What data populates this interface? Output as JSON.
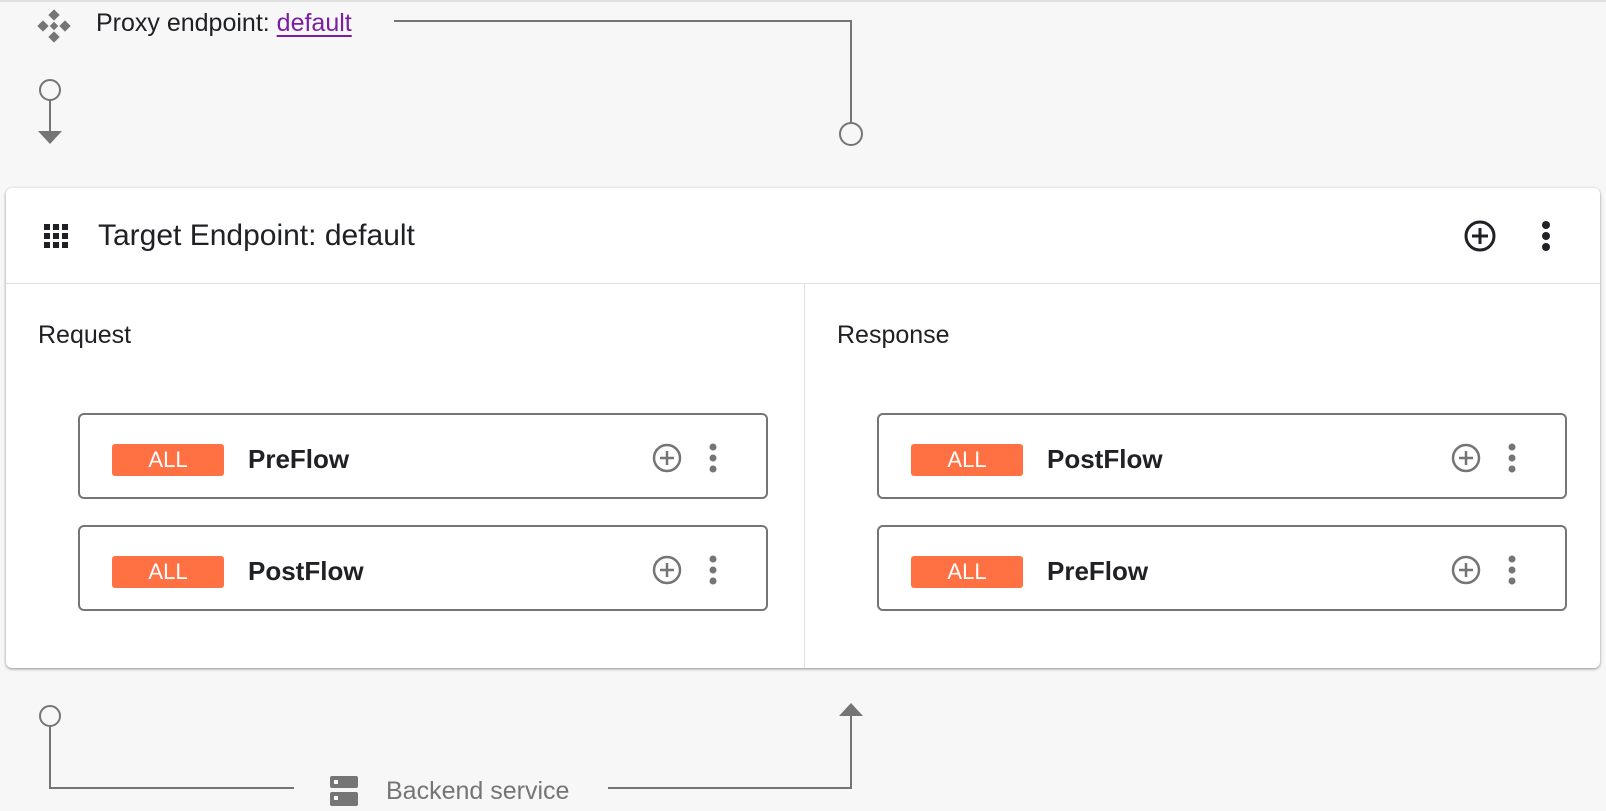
{
  "proxy": {
    "label": "Proxy endpoint: ",
    "link": "default"
  },
  "target": {
    "title": "Target Endpoint: default",
    "request": {
      "title": "Request",
      "flows": [
        {
          "badge": "ALL",
          "label": "PreFlow"
        },
        {
          "badge": "ALL",
          "label": "PostFlow"
        }
      ]
    },
    "response": {
      "title": "Response",
      "flows": [
        {
          "badge": "ALL",
          "label": "PostFlow"
        },
        {
          "badge": "ALL",
          "label": "PreFlow"
        }
      ]
    }
  },
  "backend": {
    "label": "Backend service"
  },
  "icons": {
    "proxy": "proxy-endpoint-icon",
    "target": "apps-grid-icon",
    "add": "add-circle-icon",
    "more": "more-vert-icon",
    "backend": "server-icon"
  },
  "colors": {
    "badge": "#ff7043",
    "link": "#7b1fa2",
    "line": "#757575",
    "background": "#f7f7f7"
  }
}
